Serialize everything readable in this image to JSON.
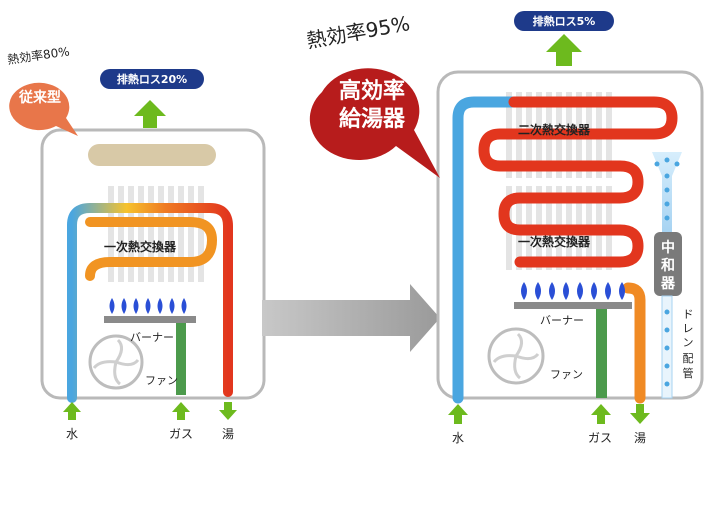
{
  "old_unit": {
    "efficiency_label": "熱効率80%",
    "type_label": "従来型",
    "exhaust_loss": "排熱ロス20%",
    "heat_exchanger": "一次熱交換器",
    "burner": "バーナー",
    "fan": "ファン",
    "water": "水",
    "gas": "ガス",
    "hot_water": "湯"
  },
  "new_unit": {
    "efficiency_label": "熱効率95%",
    "type_label_line1": "高効率",
    "type_label_line2": "給湯器",
    "exhaust_loss": "排熱ロス5%",
    "secondary_exchanger": "二次熱交換器",
    "primary_exchanger": "一次熱交換器",
    "neutralizer_chars": [
      "中",
      "和",
      "器"
    ],
    "drain_pipe_chars": [
      "ド",
      "レ",
      "ン",
      "配",
      "管"
    ],
    "burner": "バーナー",
    "fan": "ファン",
    "water": "水",
    "gas": "ガス",
    "hot_water": "湯"
  },
  "colors": {
    "cold": "#4aa6e0",
    "hot": "#e2361e",
    "warm": "#f6c22d",
    "gas_pipe": "#4c9a4c",
    "arrow_green": "#6dba1e",
    "badge_navy": "#1e3a8a",
    "old_bubble": "#e8764a",
    "new_bubble": "#b71c1c",
    "flame": "#2a4fd6"
  }
}
